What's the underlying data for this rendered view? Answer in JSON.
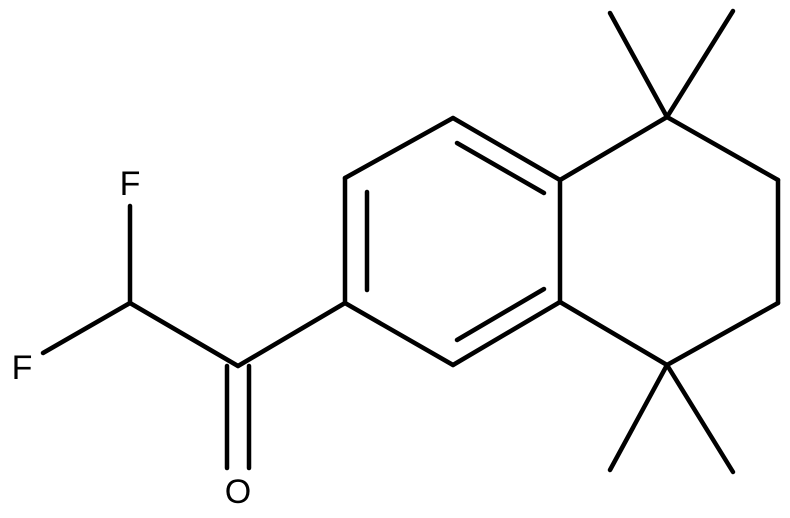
{
  "molecule": {
    "atoms": {
      "fluorine_top": "F",
      "fluorine_left": "F",
      "oxygen": "O"
    },
    "colors": {
      "bond": "#000000",
      "label": "#000000",
      "background": "#ffffff"
    }
  }
}
